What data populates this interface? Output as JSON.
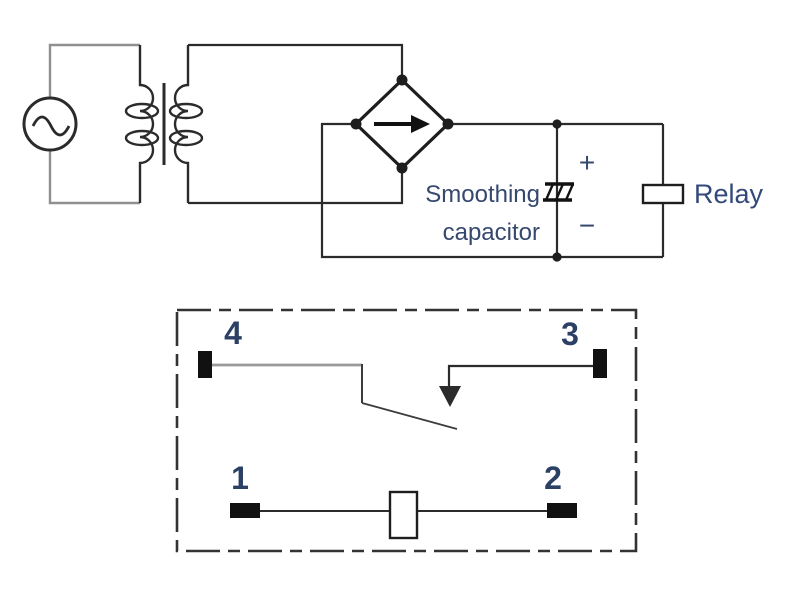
{
  "labels": {
    "smoothing_line1": "Smoothing",
    "smoothing_line2": "capacitor",
    "plus": "+",
    "minus": "−",
    "relay": "Relay",
    "pin4": "4",
    "pin3": "3",
    "pin1": "1",
    "pin2": "2"
  },
  "components": [
    "ac-source",
    "transformer",
    "bridge-rectifier",
    "smoothing-capacitor",
    "relay-coil",
    "relay-pinout-box",
    "changeover-contact"
  ],
  "colors": {
    "wire_dark": "#2b2b2b",
    "wire_primary_gray": "#8f8f8f",
    "switch_gray": "#9a9a9a",
    "terminal_black": "#111111",
    "label_navy": "#35486e",
    "pin_navy": "#2c4066",
    "relay_text": "#33497a",
    "background": "#ffffff"
  }
}
